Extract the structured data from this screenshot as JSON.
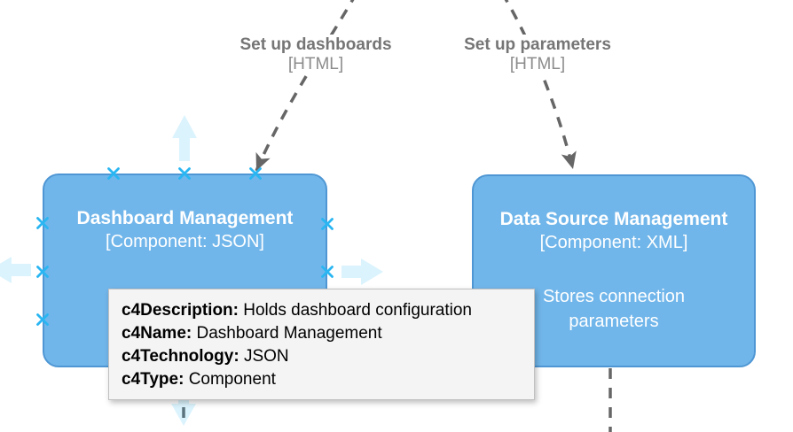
{
  "diagram": {
    "edges": [
      {
        "name": "Set up dashboards",
        "technology": "[HTML]"
      },
      {
        "name": "Set up parameters",
        "technology": "[HTML]"
      }
    ],
    "components": [
      {
        "name": "Dashboard Management",
        "meta": "[Component: JSON]"
      },
      {
        "name": "Data Source Management",
        "meta": "[Component: XML]",
        "description_lines": [
          "Stores connection",
          "parameters"
        ]
      }
    ]
  },
  "tooltip": {
    "rows": [
      {
        "key": "c4Description:",
        "value": "Holds dashboard configuration"
      },
      {
        "key": "c4Name:",
        "value": "Dashboard Management"
      },
      {
        "key": "c4Technology:",
        "value": "JSON"
      },
      {
        "key": "c4Type:",
        "value": "Component"
      }
    ]
  },
  "colors": {
    "node-fill": "#71B6EA",
    "node-stroke": "#4F97D4",
    "node-text": "#FFFFFF",
    "edge-stroke": "#666666",
    "label-text": "#757575",
    "label-tech-text": "#8C8C8C",
    "connection-point": "#29B6F2",
    "tooltip-bg": "#F4F4F4",
    "tooltip-border": "#C0C0C0",
    "tooltip-text": "#000000"
  }
}
